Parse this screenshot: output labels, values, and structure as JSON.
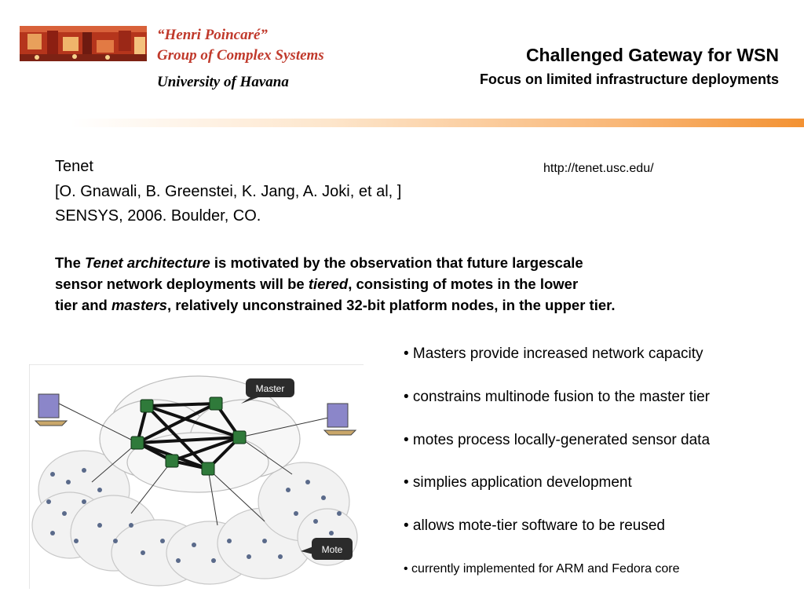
{
  "header": {
    "institute_line1": "“Henri Poincaré”",
    "institute_line2": "Group of Complex Systems",
    "university": "University of Havana",
    "title": "Challenged Gateway for WSN",
    "subtitle": "Focus on limited infrastructure deployments"
  },
  "reference": {
    "name": "Tenet",
    "authors": "[O. Gnawali, B. Greenstei, K. Jang, A. Joki, et al, ]",
    "venue": "SENSYS, 2006. Boulder, CO.",
    "url": "http://tenet.usc.edu/"
  },
  "paragraph": {
    "p1": "The ",
    "p2": "Tenet architecture",
    "p3": " is motivated by the observation that future largescale",
    "p4": "sensor network deployments will be ",
    "p5": "tiered",
    "p6": ", consisting of motes in the lower",
    "p7": "tier and ",
    "p8": "masters",
    "p9": ", relatively unconstrained 32-bit platform nodes, in the upper tier."
  },
  "bullets": [
    "• Masters provide increased network capacity",
    "• constrains multinode fusion to the master tier",
    "• motes process locally-generated sensor data",
    "• simplies application development",
    "• allows mote-tier software to be reused",
    "• currently implemented for ARM and Fedora core"
  ],
  "diagram": {
    "master_label": "Master",
    "mote_label": "Mote"
  },
  "colors": {
    "institute_red": "#c0392b",
    "accent_orange": "#f39233"
  }
}
